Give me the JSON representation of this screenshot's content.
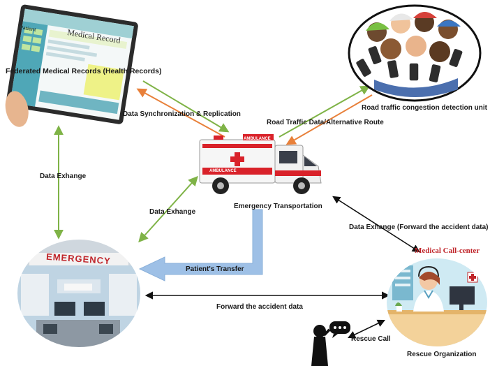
{
  "nodes": {
    "medical_records": {
      "label": "Federated Medical Records (Health Records)",
      "screen_title": "Medical Record",
      "screen_tab": "Patient"
    },
    "ambulance": {
      "label": "Emergency Transportation",
      "roof_text": "AMBULANCE",
      "side_text": "AMBULANCE"
    },
    "traffic_unit": {
      "label": "Road traffic congestion detection unit"
    },
    "hospital": {
      "sign_text": "EMERGENCY"
    },
    "call_center": {
      "title": "Medical Call-center",
      "label": "Rescue Organization"
    }
  },
  "edges": {
    "data_sync": "Data Synchronization & Replication",
    "road_traffic": "Road Traffic Data/Alternative Route",
    "data_exchange_left": "Data Exhange",
    "data_exchange_mid": "Data Exhange",
    "data_exchange_right": "Data Exhange  (Forward the accident data)",
    "patient_transfer": "Patient's Transfer",
    "forward_accident": "Forward the accident data",
    "rescue_call": "Rescue Call"
  },
  "colors": {
    "green_arrow": "#7fb347",
    "orange_arrow": "#e8803a",
    "blue_arrow": "#9ec0e6",
    "black_arrow": "#111111",
    "call_center_red": "#c0252a"
  }
}
